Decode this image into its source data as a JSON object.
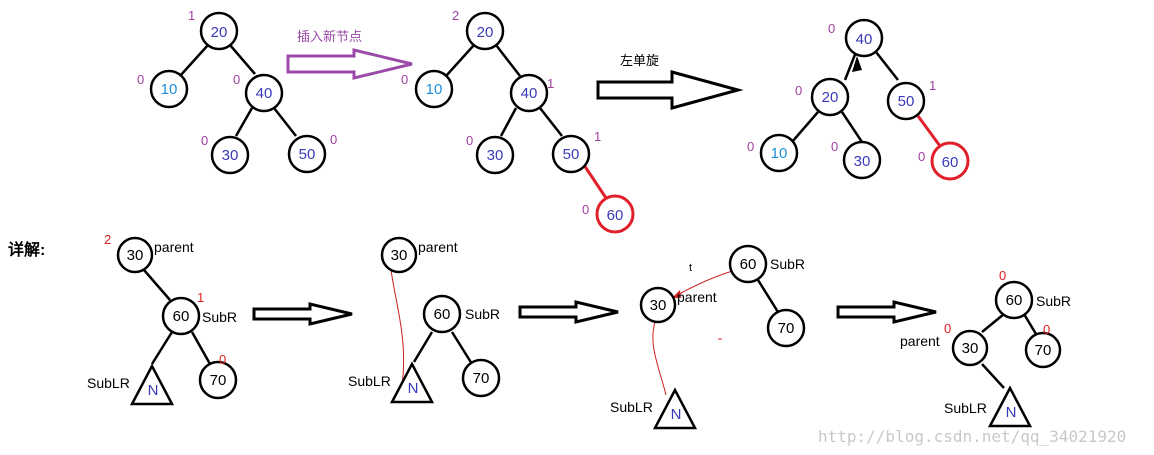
{
  "top_arrows": {
    "insert_label": "插入新节点",
    "rotate_label": "左单旋"
  },
  "tree1": {
    "n20": {
      "value": "20",
      "bf": "1"
    },
    "n10": {
      "value": "10",
      "bf": "0"
    },
    "n40": {
      "value": "40",
      "bf": "0"
    },
    "n30": {
      "value": "30",
      "bf": "0"
    },
    "n50": {
      "value": "50",
      "bf": "0"
    }
  },
  "tree2": {
    "n20": {
      "value": "20",
      "bf": "2"
    },
    "n10": {
      "value": "10",
      "bf": "0"
    },
    "n40": {
      "value": "40",
      "bf": "1"
    },
    "n30": {
      "value": "30",
      "bf": "0"
    },
    "n50": {
      "value": "50",
      "bf": "1"
    },
    "n60": {
      "value": "60",
      "bf": "0"
    }
  },
  "tree3": {
    "n40": {
      "value": "40",
      "bf": "0"
    },
    "n20": {
      "value": "20",
      "bf": "0"
    },
    "n50": {
      "value": "50",
      "bf": "1"
    },
    "n10": {
      "value": "10",
      "bf": "0"
    },
    "n30": {
      "value": "30",
      "bf": "0"
    },
    "n60": {
      "value": "60",
      "bf": "0"
    }
  },
  "detail": {
    "heading": "详解:",
    "parent_label": "parent",
    "subr_label": "SubR",
    "sublr_label": "SubLR",
    "n_label": "N",
    "step1": {
      "n30": "30",
      "n60": "60",
      "n70": "70",
      "bf30": "2",
      "bf60": "1",
      "bf70": "0"
    },
    "step2": {
      "n30": "30",
      "n60": "60",
      "n70": "70"
    },
    "step3": {
      "n30": "30",
      "n60": "60",
      "n70": "70",
      "stray_t": "t"
    },
    "step4": {
      "n30": "30",
      "n60": "60",
      "n70": "70",
      "bf60": "0",
      "bf30": "0",
      "bf70": "0"
    }
  },
  "watermark": "http://blog.csdn.net/qq_34021920"
}
